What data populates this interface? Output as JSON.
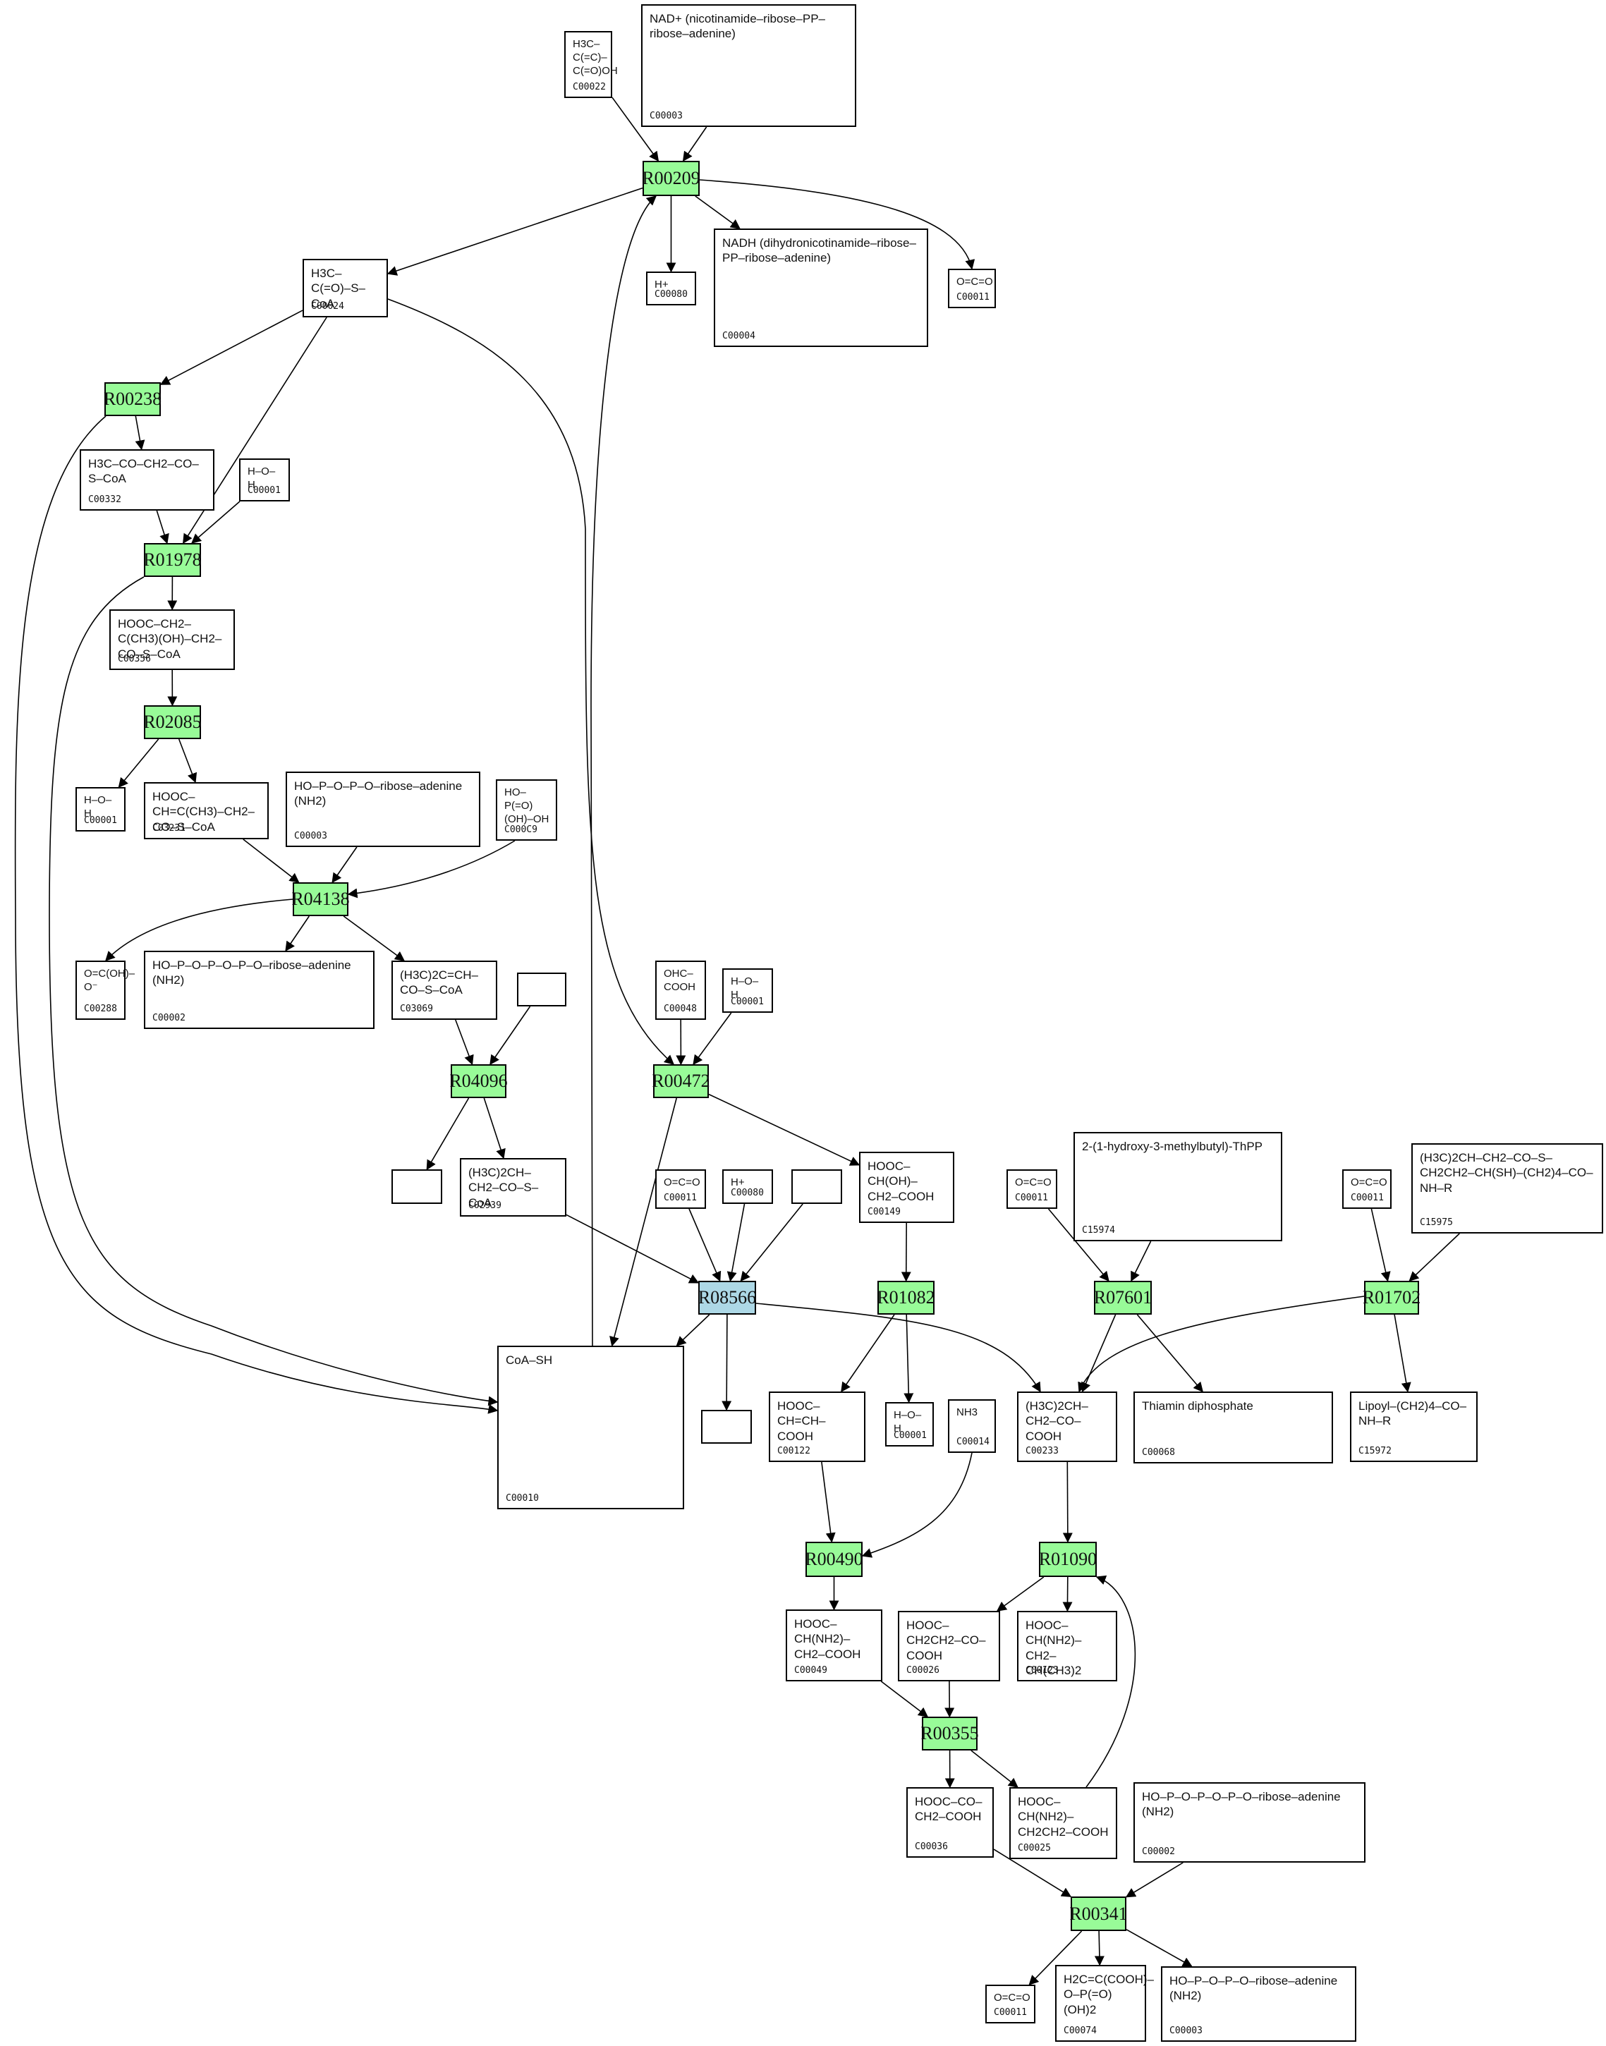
{
  "diagram": {
    "type": "metabolic-pathway-graph",
    "colors": {
      "reaction_fill": "#98fb98",
      "highlight_reaction_fill": "#add8e6",
      "compound_fill": "#ffffff",
      "stroke": "#000000"
    },
    "reactions": [
      {
        "id": "R00209",
        "label": "R00209",
        "highlight": false
      },
      {
        "id": "R00238",
        "label": "R00238",
        "highlight": false
      },
      {
        "id": "R01978",
        "label": "R01978",
        "highlight": false
      },
      {
        "id": "R02085",
        "label": "R02085",
        "highlight": false
      },
      {
        "id": "R04138",
        "label": "R04138",
        "highlight": false
      },
      {
        "id": "R04096",
        "label": "R04096",
        "highlight": false
      },
      {
        "id": "R00472",
        "label": "R00472",
        "highlight": false
      },
      {
        "id": "R08566",
        "label": "R08566",
        "highlight": true
      },
      {
        "id": "R01082",
        "label": "R01082",
        "highlight": false
      },
      {
        "id": "R07601",
        "label": "R07601",
        "highlight": false
      },
      {
        "id": "R01702",
        "label": "R01702",
        "highlight": false
      },
      {
        "id": "R00490",
        "label": "R00490",
        "highlight": false
      },
      {
        "id": "R01090",
        "label": "R01090",
        "highlight": false
      },
      {
        "id": "R00355",
        "label": "R00355",
        "highlight": false
      },
      {
        "id": "R00341",
        "label": "R00341",
        "highlight": false
      }
    ],
    "compounds": [
      {
        "key": "c22",
        "cid": "C00022",
        "structure": "H3C–C(=C)–C(=O)OH"
      },
      {
        "key": "c3top",
        "cid": "C00003",
        "structure": "NAD+ (nicotinamide–ribose–PP–ribose–adenine)"
      },
      {
        "key": "c24",
        "cid": "C00024",
        "structure": "H3C–C(=O)–S–CoA"
      },
      {
        "key": "c80a",
        "cid": "C00080",
        "structure": "H+"
      },
      {
        "key": "c4",
        "cid": "C00004",
        "structure": "NADH (dihydronicotinamide–ribose–PP–ribose–adenine)"
      },
      {
        "key": "c11a",
        "cid": "C00011",
        "structure": "O=C=O"
      },
      {
        "key": "c332",
        "cid": "C00332",
        "structure": "H3C–CO–CH2–CO–S–CoA"
      },
      {
        "key": "c1a",
        "cid": "C00001",
        "structure": "H–O–H"
      },
      {
        "key": "c356",
        "cid": "C00356",
        "structure": "HOOC–CH2–C(CH3)(OH)–CH2–CO–S–CoA"
      },
      {
        "key": "c1b",
        "cid": "C00001",
        "structure": "H–O–H"
      },
      {
        "key": "c3231",
        "cid": "C03231",
        "structure": "HOOC–CH=C(CH3)–CH2–CO–S–CoA"
      },
      {
        "key": "c3adp",
        "cid": "C00003",
        "structure": "HO–P–O–P–O–ribose–adenine (NH2)"
      },
      {
        "key": "c9",
        "cid": "C000C9",
        "structure": "HO–P(=O)(OH)–OH"
      },
      {
        "key": "c288",
        "cid": "C00288",
        "structure": "O=C(OH)–O⁻"
      },
      {
        "key": "c2a",
        "cid": "C00002",
        "structure": "HO–P–O–P–O–P–O–ribose–adenine (NH2)"
      },
      {
        "key": "c3069",
        "cid": "C03069",
        "structure": "(H3C)2C=CH–CO–S–CoA"
      },
      {
        "key": "e1",
        "cid": "",
        "structure": ""
      },
      {
        "key": "c48",
        "cid": "C00048",
        "structure": "OHC–COOH"
      },
      {
        "key": "c1c",
        "cid": "C00001",
        "structure": "H–O–H"
      },
      {
        "key": "e2",
        "cid": "",
        "structure": ""
      },
      {
        "key": "c2939",
        "cid": "C02939",
        "structure": "(H3C)2CH–CH2–CO–S–CoA"
      },
      {
        "key": "c11b",
        "cid": "C00011",
        "structure": "O=C=O"
      },
      {
        "key": "c80b",
        "cid": "C00080",
        "structure": "H+"
      },
      {
        "key": "e3",
        "cid": "",
        "structure": ""
      },
      {
        "key": "c149",
        "cid": "C00149",
        "structure": "HOOC–CH(OH)–CH2–COOH"
      },
      {
        "key": "c11c",
        "cid": "C00011",
        "structure": "O=C=O"
      },
      {
        "key": "c15974",
        "cid": "C15974",
        "structure": "2-(1-hydroxy-3-methylbutyl)-ThPP"
      },
      {
        "key": "c11d",
        "cid": "C00011",
        "structure": "O=C=O"
      },
      {
        "key": "c15975",
        "cid": "C15975",
        "structure": "(H3C)2CH–CH2–CO–S–CH2CH2–CH(SH)–(CH2)4–CO–NH–R"
      },
      {
        "key": "c10",
        "cid": "C00010",
        "structure": "CoA–SH"
      },
      {
        "key": "e4",
        "cid": "",
        "structure": ""
      },
      {
        "key": "c122",
        "cid": "C00122",
        "structure": "HOOC–CH=CH–COOH"
      },
      {
        "key": "c1d",
        "cid": "C00001",
        "structure": "H–O–H"
      },
      {
        "key": "c14",
        "cid": "C00014",
        "structure": "NH3"
      },
      {
        "key": "c233",
        "cid": "C00233",
        "structure": "(H3C)2CH–CH2–CO–COOH"
      },
      {
        "key": "c68",
        "cid": "C00068",
        "structure": "Thiamin diphosphate"
      },
      {
        "key": "c15972",
        "cid": "C15972",
        "structure": "Lipoyl–(CH2)4–CO–NH–R"
      },
      {
        "key": "c49",
        "cid": "C00049",
        "structure": "HOOC–CH(NH2)–CH2–COOH"
      },
      {
        "key": "c26",
        "cid": "C00026",
        "structure": "HOOC–CH2CH2–CO–COOH"
      },
      {
        "key": "c123",
        "cid": "C00123",
        "structure": "HOOC–CH(NH2)–CH2–CH(CH3)2"
      },
      {
        "key": "c36",
        "cid": "C00036",
        "structure": "HOOC–CO–CH2–COOH"
      },
      {
        "key": "c25",
        "cid": "C00025",
        "structure": "HOOC–CH(NH2)–CH2CH2–COOH"
      },
      {
        "key": "c2b",
        "cid": "C00002",
        "structure": "HO–P–O–P–O–P–O–ribose–adenine (NH2)"
      },
      {
        "key": "c11e",
        "cid": "C00011",
        "structure": "O=C=O"
      },
      {
        "key": "c74",
        "cid": "C00074",
        "structure": "H2C=C(COOH)–O–P(=O)(OH)2"
      },
      {
        "key": "c3c",
        "cid": "C00003",
        "structure": "HO–P–O–P–O–ribose–adenine (NH2)"
      }
    ],
    "edges": [
      [
        "c22",
        "R00209"
      ],
      [
        "c3top",
        "R00209"
      ],
      [
        "R00209",
        "c24"
      ],
      [
        "R00209",
        "c80a"
      ],
      [
        "R00209",
        "c4"
      ],
      [
        "R00209",
        "c11a"
      ],
      [
        "c24",
        "R00238"
      ],
      [
        "c24",
        "R01978"
      ],
      [
        "c24",
        "R00472"
      ],
      [
        "R00238",
        "c332"
      ],
      [
        "R00238",
        "c10"
      ],
      [
        "c332",
        "R01978"
      ],
      [
        "c1a",
        "R01978"
      ],
      [
        "R01978",
        "c356"
      ],
      [
        "R01978",
        "c10"
      ],
      [
        "c356",
        "R02085"
      ],
      [
        "R02085",
        "c1b"
      ],
      [
        "R02085",
        "c3231"
      ],
      [
        "c3231",
        "R04138"
      ],
      [
        "c3adp",
        "R04138"
      ],
      [
        "c9",
        "R04138"
      ],
      [
        "R04138",
        "c288"
      ],
      [
        "R04138",
        "c2a"
      ],
      [
        "R04138",
        "c3069"
      ],
      [
        "c3069",
        "R04096"
      ],
      [
        "e1",
        "R04096"
      ],
      [
        "R04096",
        "e2"
      ],
      [
        "R04096",
        "c2939"
      ],
      [
        "c48",
        "R00472"
      ],
      [
        "c1c",
        "R00472"
      ],
      [
        "R00472",
        "c149"
      ],
      [
        "R00472",
        "c10"
      ],
      [
        "c2939",
        "R08566"
      ],
      [
        "c11b",
        "R08566"
      ],
      [
        "c80b",
        "R08566"
      ],
      [
        "e3",
        "R08566"
      ],
      [
        "R08566",
        "c10"
      ],
      [
        "R08566",
        "e4"
      ],
      [
        "R08566",
        "c233"
      ],
      [
        "c10",
        "R00209"
      ],
      [
        "c149",
        "R01082"
      ],
      [
        "R01082",
        "c122"
      ],
      [
        "R01082",
        "c1d"
      ],
      [
        "c11c",
        "R07601"
      ],
      [
        "c15974",
        "R07601"
      ],
      [
        "R07601",
        "c233"
      ],
      [
        "R07601",
        "c68"
      ],
      [
        "c11d",
        "R01702"
      ],
      [
        "c15975",
        "R01702"
      ],
      [
        "R01702",
        "c233"
      ],
      [
        "R01702",
        "c15972"
      ],
      [
        "c122",
        "R00490"
      ],
      [
        "c14",
        "R00490"
      ],
      [
        "c233",
        "R01090"
      ],
      [
        "R00490",
        "c49"
      ],
      [
        "R01090",
        "c26"
      ],
      [
        "R01090",
        "c123"
      ],
      [
        "c49",
        "R00355"
      ],
      [
        "c26",
        "R00355"
      ],
      [
        "R00355",
        "c36"
      ],
      [
        "R00355",
        "c25"
      ],
      [
        "c25",
        "R01090"
      ],
      [
        "c36",
        "R00341"
      ],
      [
        "c2b",
        "R00341"
      ],
      [
        "R00341",
        "c11e"
      ],
      [
        "R00341",
        "c74"
      ],
      [
        "R00341",
        "c3c"
      ]
    ]
  }
}
